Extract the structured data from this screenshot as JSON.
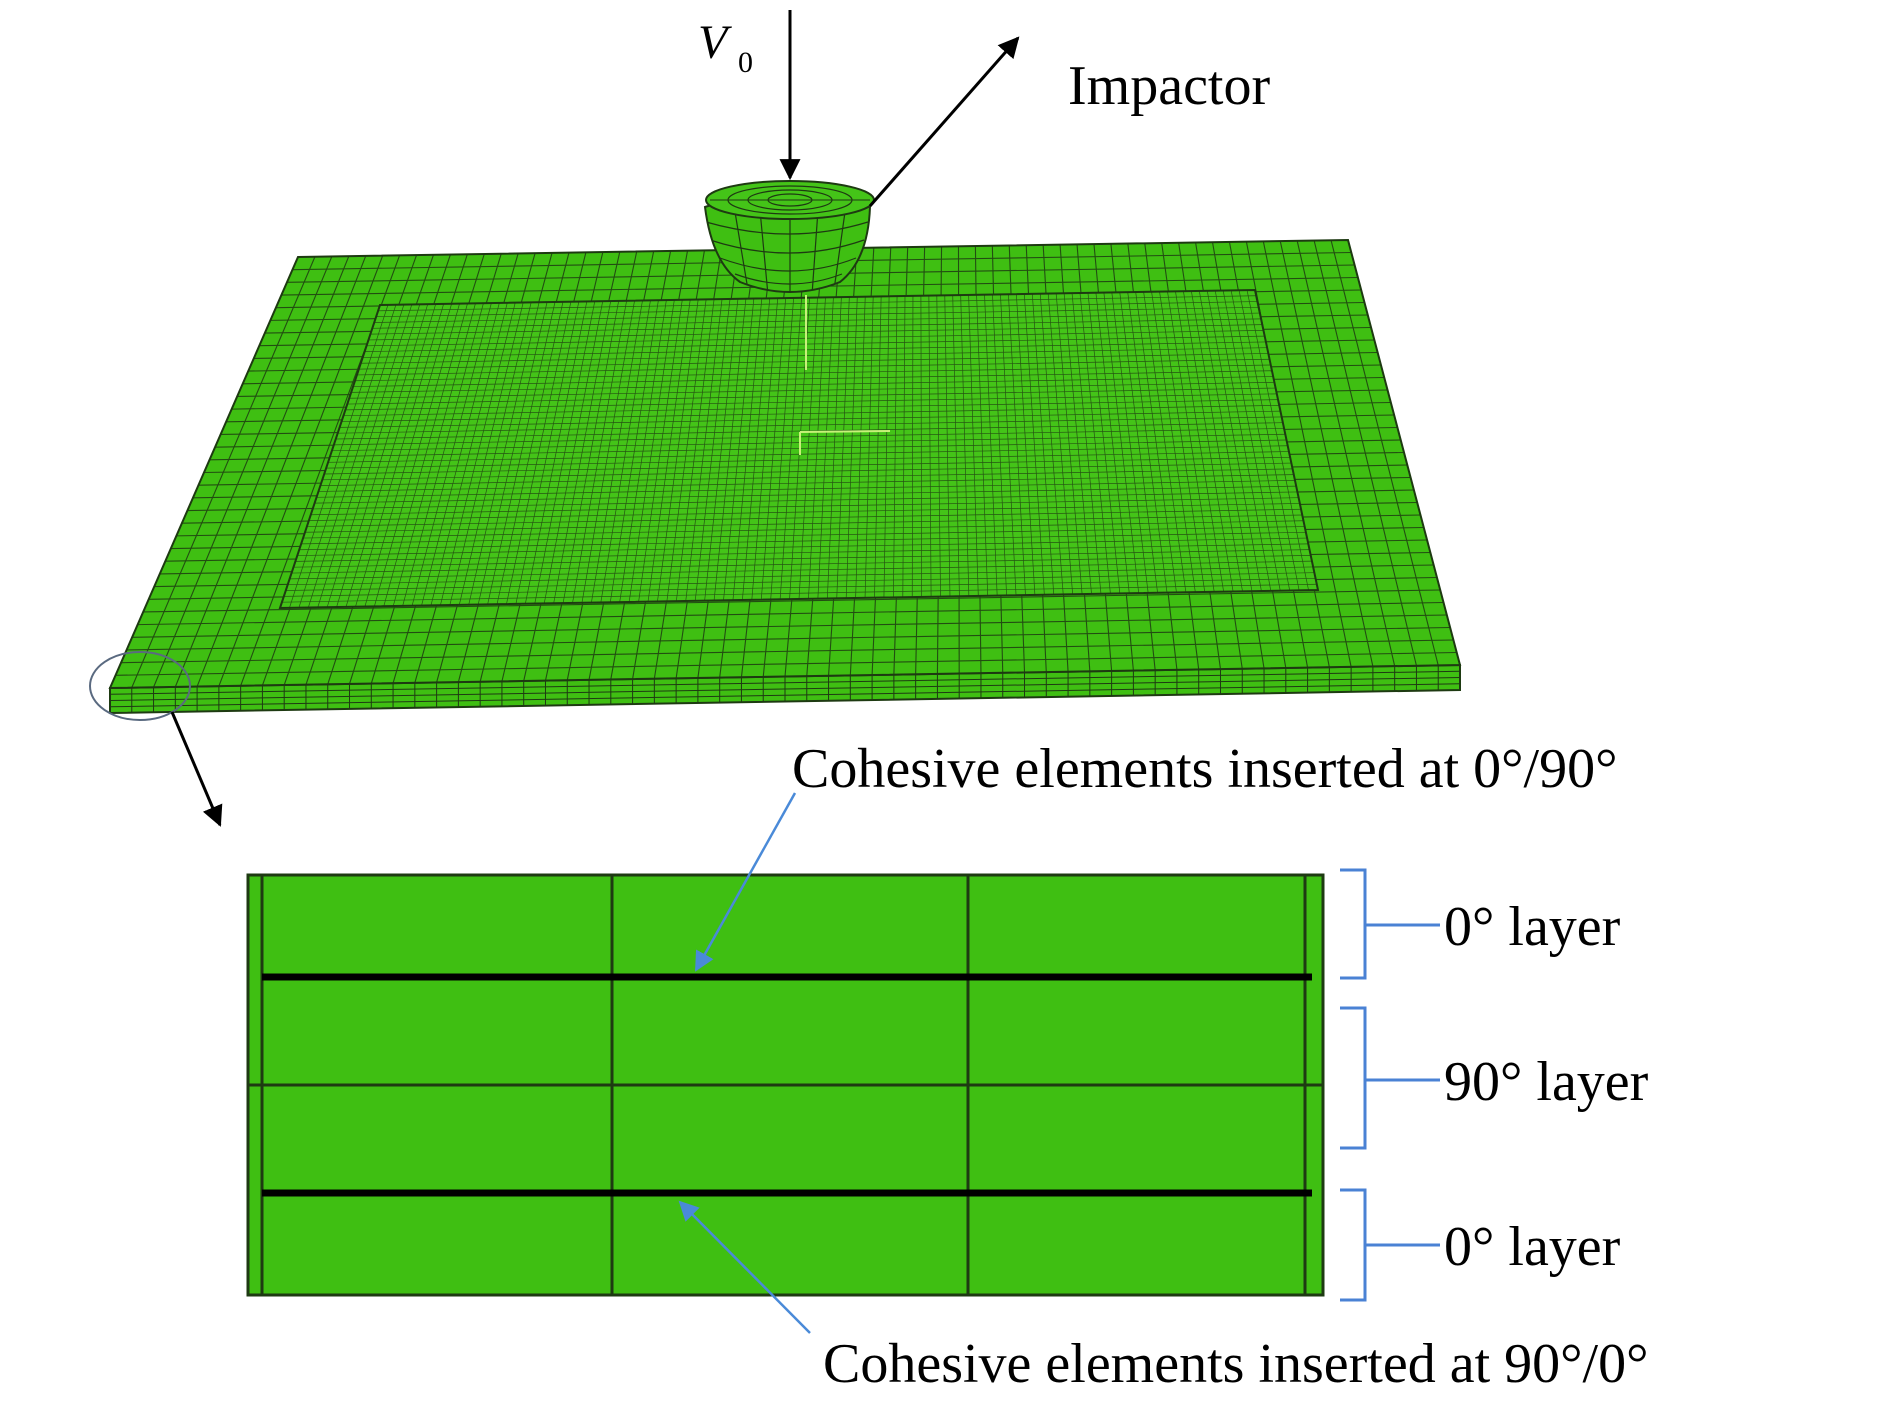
{
  "labels": {
    "velocity_symbol": "V",
    "velocity_subscript": "0",
    "impactor": "Impactor",
    "cohesive_top": "Cohesive elements inserted at 0°/90°",
    "cohesive_bottom": "Cohesive elements inserted at 90°/0°",
    "layer_top": "0° layer",
    "layer_middle": "90° layer",
    "layer_bottom": "0° layer"
  },
  "colors": {
    "mesh_green": "#3fbf12",
    "mesh_line": "#1e3a12",
    "cohesive_line": "#000000",
    "callout_blue": "#4a8ad8",
    "bracket_blue": "#4a82d4"
  }
}
